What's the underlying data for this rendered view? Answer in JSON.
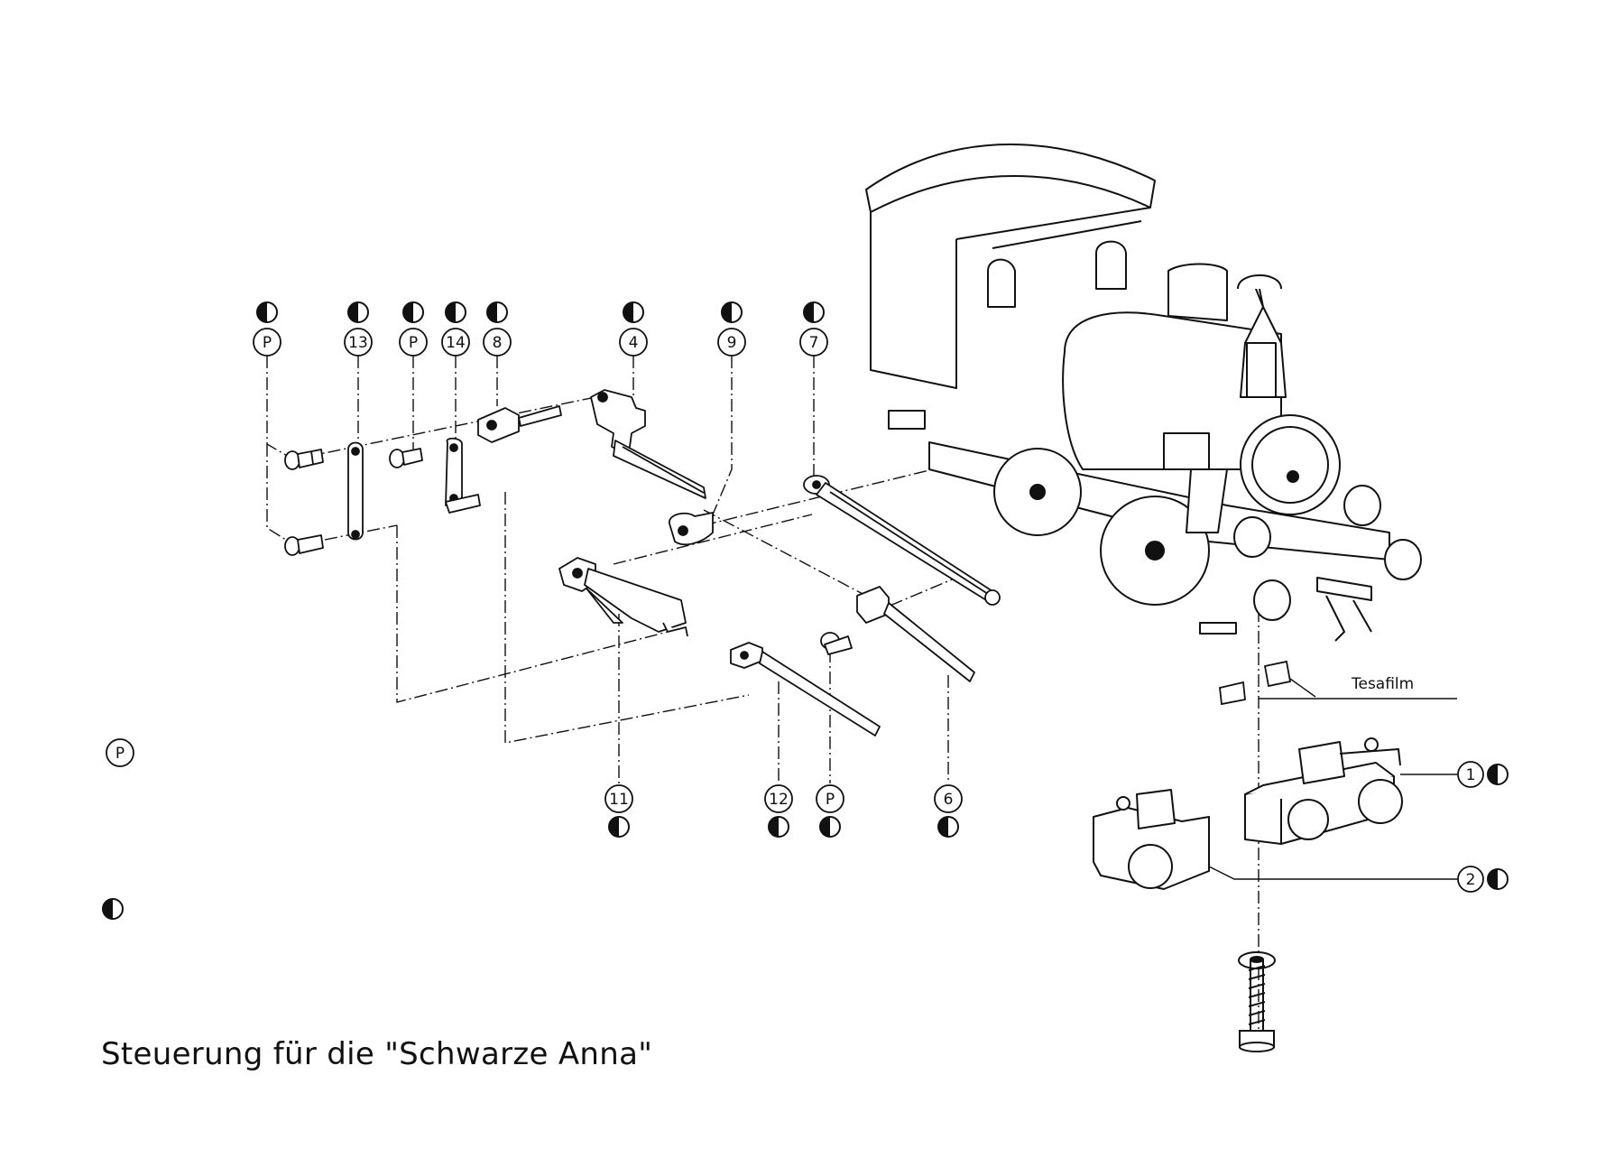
{
  "caption": "Steuerung für die \"Schwarze Anna\"",
  "tesafilm_label": "Tesafilm",
  "top_callouts": [
    {
      "label": "P",
      "marker": "half-moon"
    },
    {
      "label": "13",
      "marker": "half-moon"
    },
    {
      "label": "P",
      "marker": "half-moon"
    },
    {
      "label": "14",
      "marker": "half-moon"
    },
    {
      "label": "8",
      "marker": "half-moon"
    },
    {
      "label": "4",
      "marker": "half-moon"
    },
    {
      "label": "9",
      "marker": "half-moon"
    },
    {
      "label": "7",
      "marker": "half-moon"
    }
  ],
  "bottom_callouts": [
    {
      "label": "11",
      "marker": "half-moon"
    },
    {
      "label": "12",
      "marker": "half-moon"
    },
    {
      "label": "P",
      "marker": "half-moon"
    },
    {
      "label": "6",
      "marker": "half-moon"
    }
  ],
  "right_callouts": [
    {
      "label": "1",
      "marker": "half-moon"
    },
    {
      "label": "2",
      "marker": "half-moon"
    }
  ],
  "legend": {
    "p_symbol": "P",
    "half_moon_symbol": "half-moon-icon"
  }
}
